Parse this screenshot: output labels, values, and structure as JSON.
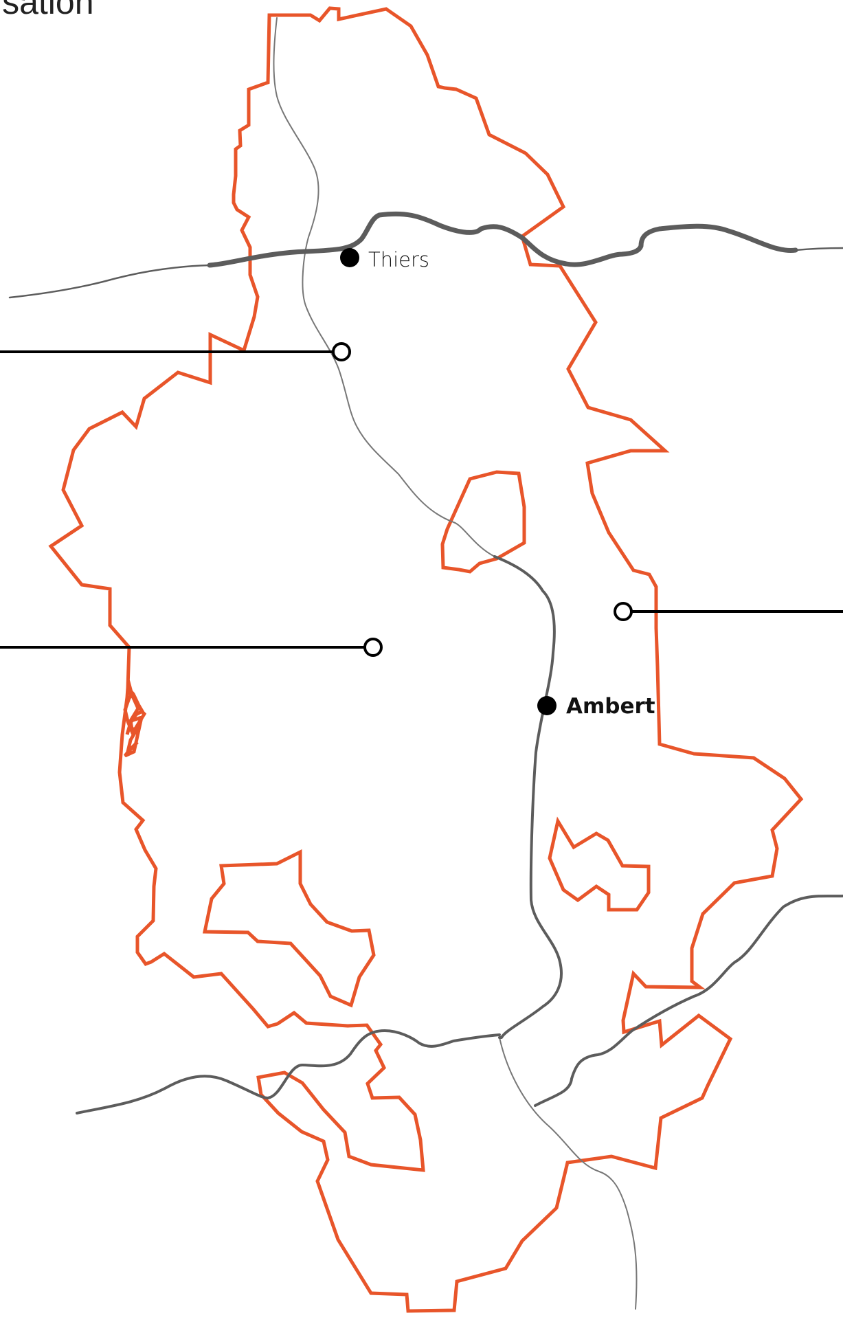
{
  "title": "isation",
  "colors": {
    "boundary": "#e8552a",
    "road_major": "#5c5c5c",
    "road_minor": "#666666",
    "river": "#777777",
    "marker": "#000000",
    "leader": "#000000"
  },
  "places": [
    {
      "name": "Thiers",
      "style": "light"
    },
    {
      "name": "Ambert",
      "style": "bold"
    }
  ],
  "icons": [
    "city-dot-icon",
    "open-circle-marker-icon"
  ]
}
